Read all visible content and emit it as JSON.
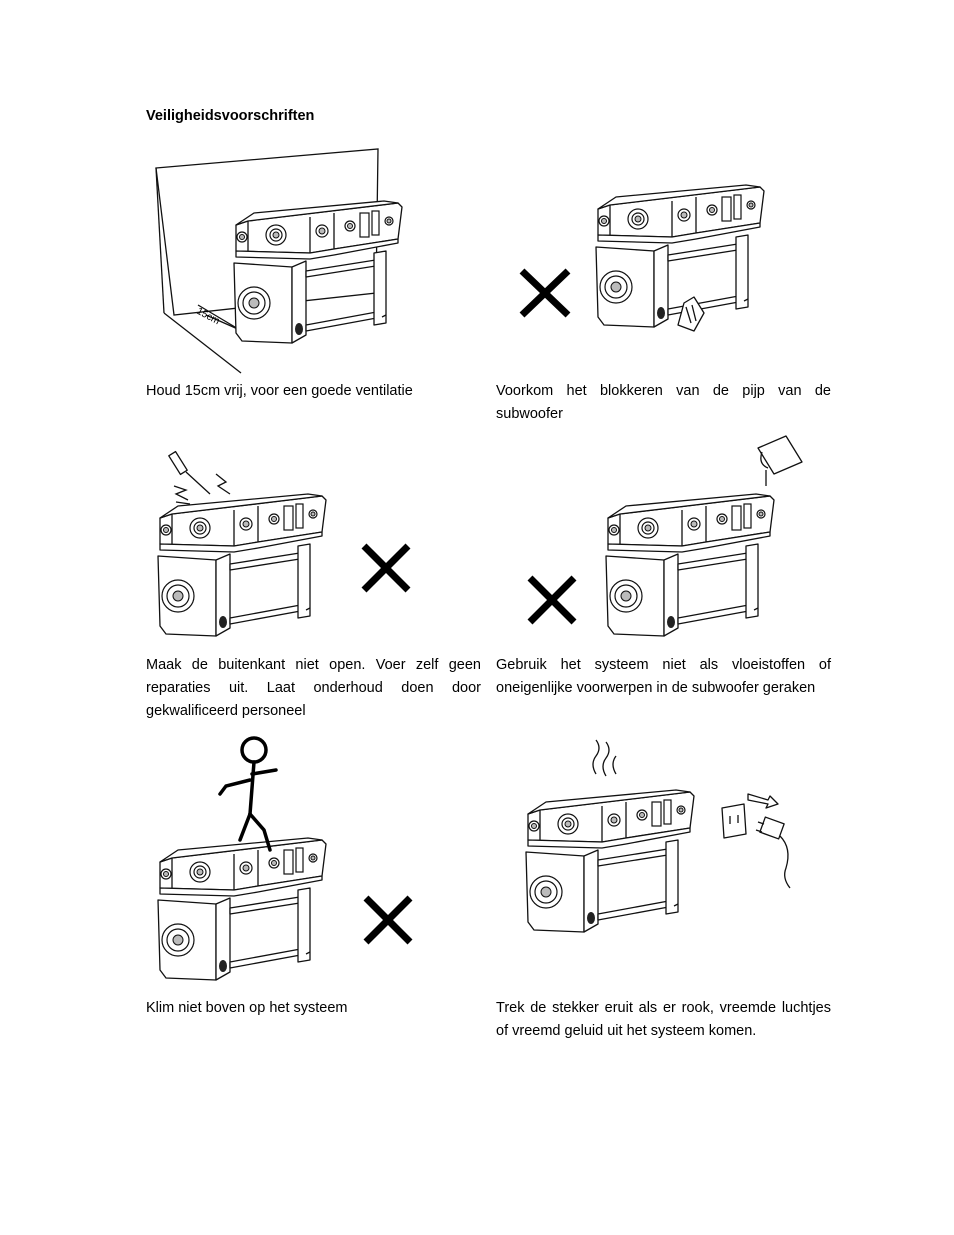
{
  "page": {
    "title": "Veiligheidsvoorschriften"
  },
  "items": [
    {
      "caption": "Houd 15cm vrij, voor een goede ventilatie",
      "label": "15cm"
    },
    {
      "caption": "Voorkom het blokkeren van de pijp van de subwoofer"
    },
    {
      "caption": "Maak de buitenkant niet open. Voer zelf geen reparaties uit. Laat onderhoud doen door gekwalificeerd personeel"
    },
    {
      "caption": "Gebruik het systeem niet als vloeistoffen of oneigenlijke voorwerpen in de subwoofer geraken"
    },
    {
      "caption": "Klim niet boven op het systeem"
    },
    {
      "caption": "Trek de stekker eruit als er rook, vreemde luchtjes of vreemd geluid uit het systeem komen."
    }
  ],
  "icons": [
    "cross-icon",
    "screwdriver-icon",
    "cup-pour-icon",
    "stick-figure-icon",
    "smoke-icon",
    "plug-icon",
    "wall-socket-icon"
  ]
}
